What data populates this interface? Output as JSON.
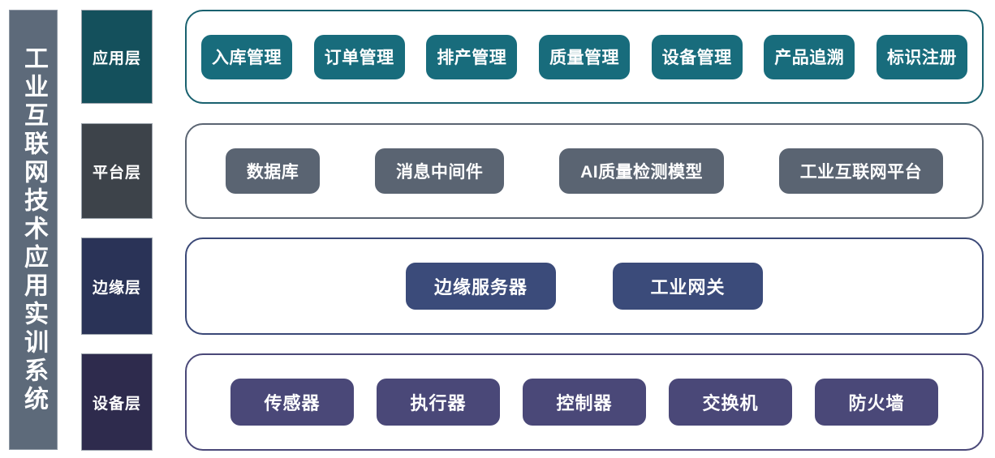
{
  "title_bar": {
    "text": "工业互联网技术应用实训系统",
    "background": "#5d6a7a"
  },
  "layers": [
    {
      "id": "app",
      "label": "应用层",
      "label_color": "#14505c",
      "chip_color": "#186c7c",
      "border_color": "#19616f",
      "nodes": [
        "入库管理",
        "订单管理",
        "排产管理",
        "质量管理",
        "设备管理",
        "产品追溯",
        "标识注册"
      ]
    },
    {
      "id": "platform",
      "label": "平台层",
      "label_color": "#3d434a",
      "chip_color": "#5a6472",
      "border_color": "#5a6472",
      "nodes": [
        "数据库",
        "消息中间件",
        "AI质量检测模型",
        "工业互联网平台"
      ]
    },
    {
      "id": "edge",
      "label": "边缘层",
      "label_color": "#2a3357",
      "chip_color": "#3b4b7a",
      "border_color": "#3a4877",
      "nodes": [
        "边缘服务器",
        "工业网关"
      ]
    },
    {
      "id": "device",
      "label": "设备层",
      "label_color": "#2e2b4d",
      "chip_color": "#4a4878",
      "border_color": "#4a4878",
      "nodes": [
        "传感器",
        "执行器",
        "控制器",
        "交换机",
        "防火墙"
      ]
    }
  ]
}
